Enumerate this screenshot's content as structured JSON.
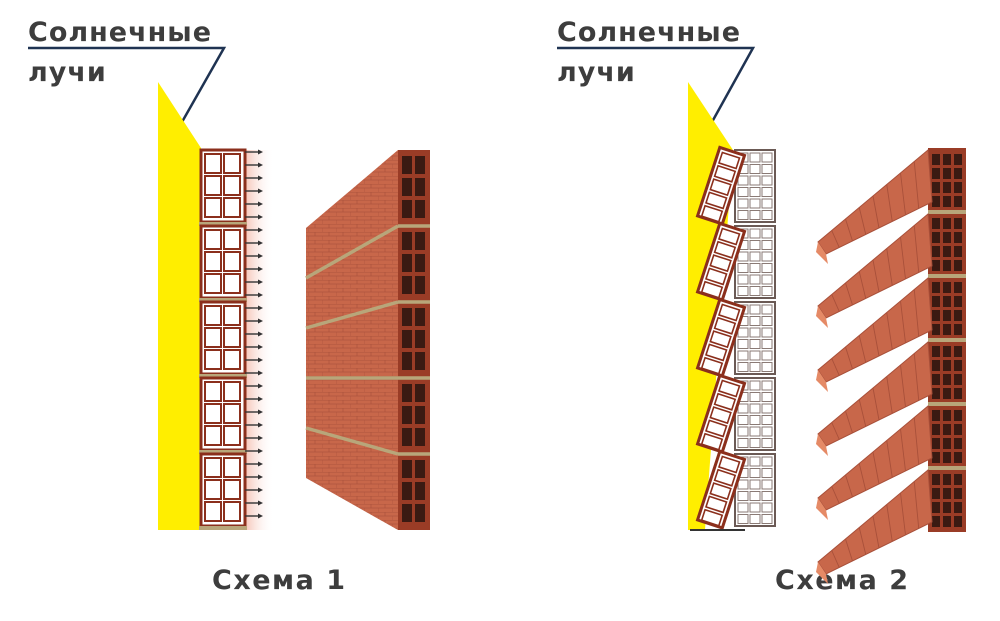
{
  "scheme1": {
    "ray_label_line1": "Солнечные",
    "ray_label_line2": "лучи",
    "caption": "Схема 1"
  },
  "scheme2": {
    "ray_label_line1": "Солнечные",
    "ray_label_line2": "лучи",
    "caption": "Схема 2"
  },
  "colors": {
    "sun": "#ffee00",
    "brick_dark": "#8b2f1c",
    "brick_face": "#c8674a",
    "brick_light": "#e58a66",
    "mortar": "#b8a67a",
    "leader_line": "#1f3352",
    "text": "#3d3d3d"
  }
}
